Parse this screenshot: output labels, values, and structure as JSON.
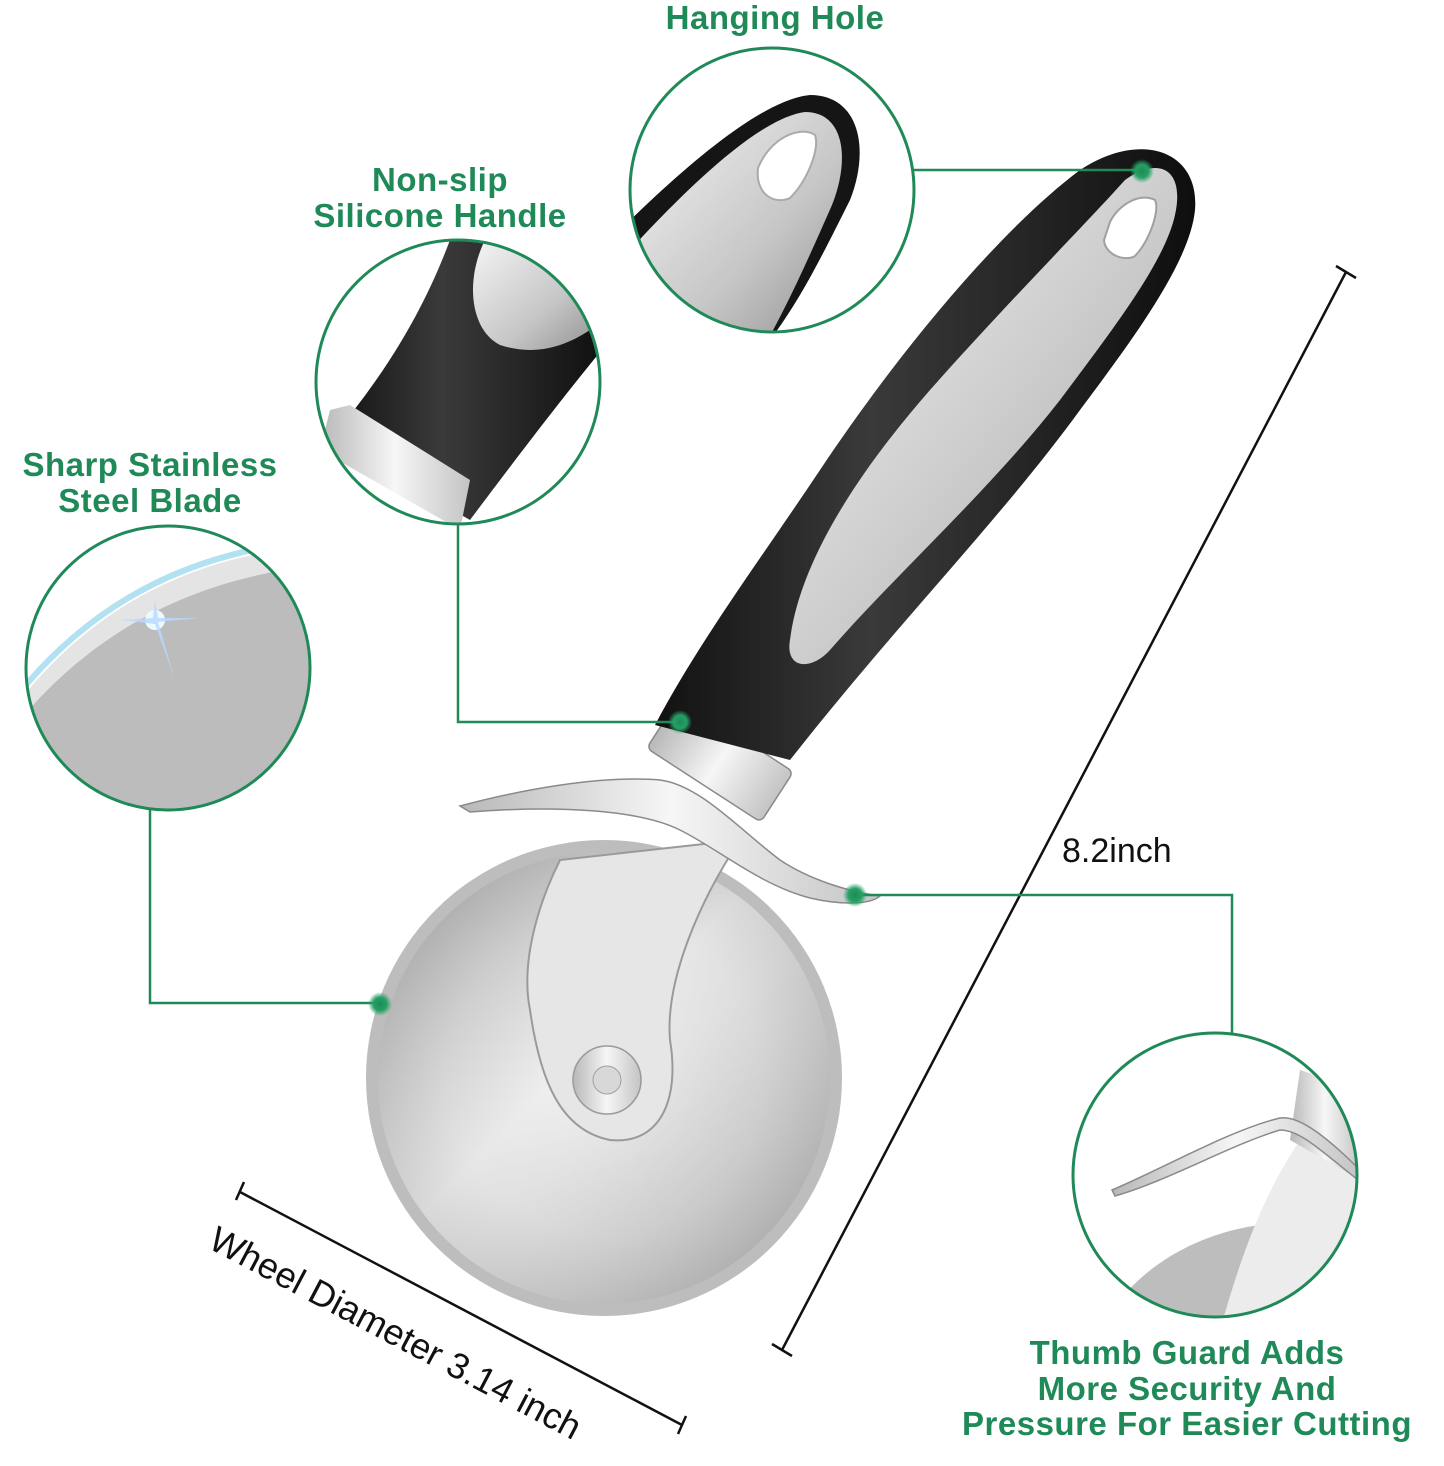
{
  "callouts": {
    "hanging_hole": {
      "lines": [
        "Hanging Hole"
      ]
    },
    "handle": {
      "lines": [
        "Non-slip",
        "Silicone Handle"
      ]
    },
    "blade": {
      "lines": [
        "Sharp Stainless",
        "Steel Blade"
      ]
    },
    "thumb_guard": {
      "lines": [
        "Thumb Guard Adds",
        "More Security And",
        "Pressure For Easier Cutting"
      ]
    }
  },
  "dimensions": {
    "length": "8.2inch",
    "wheel_diameter": "Wheel Diameter 3.14 inch"
  },
  "colors": {
    "accent_green": "#1f8a57",
    "callout_line": "#1f8a57",
    "handle_black": "#1a1a1a",
    "steel": "#c8c8c8"
  }
}
